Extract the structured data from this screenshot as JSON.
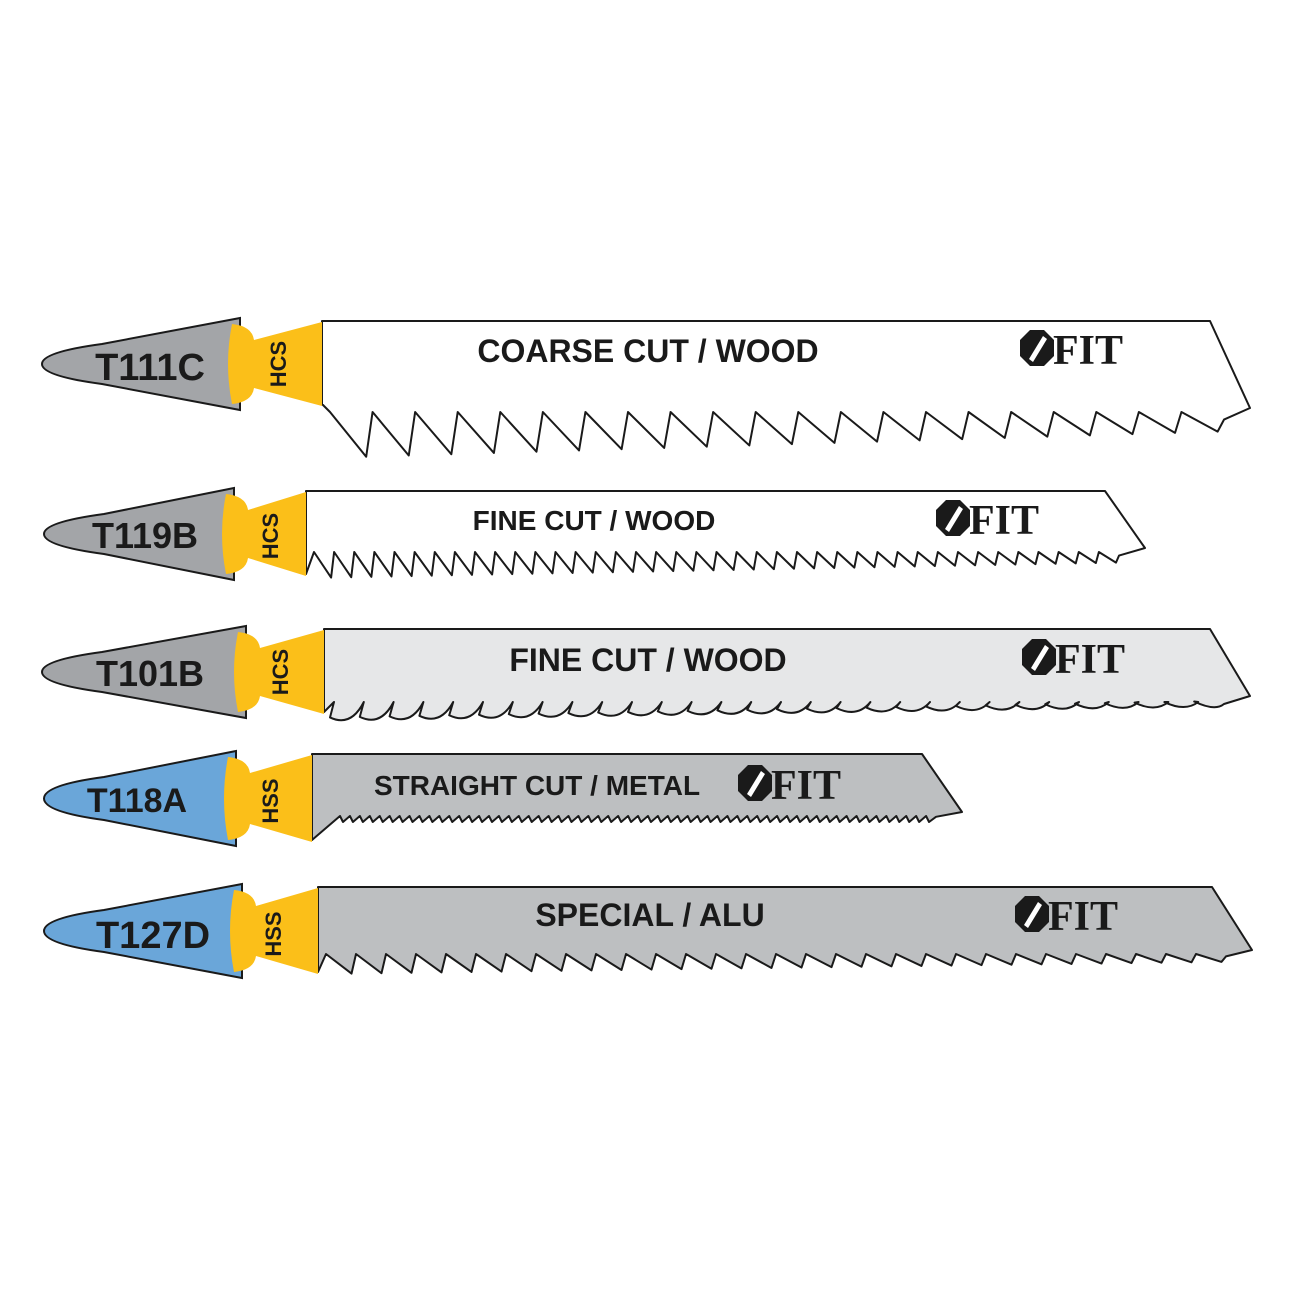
{
  "colors": {
    "shank_hcs": "#a3a5a8",
    "shank_hss": "#6aa6d9",
    "band": "#fbbf19",
    "blade_white": "#ffffff",
    "blade_light": "#e6e7e8",
    "blade_grey": "#bdbfc1",
    "outline": "#1a1a1a",
    "text": "#1a1a1a"
  },
  "blades": [
    {
      "code": "T111C",
      "material": "HCS",
      "label": "COARSE CUT / WOOD",
      "logo": "FIT",
      "shank": "hcs",
      "blade": "white",
      "teeth": "coarse"
    },
    {
      "code": "T119B",
      "material": "HCS",
      "label": "FINE CUT / WOOD",
      "logo": "FIT",
      "shank": "hcs",
      "blade": "white",
      "teeth": "fine"
    },
    {
      "code": "T101B",
      "material": "HCS",
      "label": "FINE CUT / WOOD",
      "logo": "FIT",
      "shank": "hcs",
      "blade": "light",
      "teeth": "clean"
    },
    {
      "code": "T118A",
      "material": "HSS",
      "label": "STRAIGHT CUT / METAL",
      "logo": "FIT",
      "shank": "hss",
      "blade": "grey",
      "teeth": "metal"
    },
    {
      "code": "T127D",
      "material": "HSS",
      "label": "SPECIAL / ALU",
      "logo": "FIT",
      "shank": "hss",
      "blade": "grey",
      "teeth": "alu"
    }
  ]
}
